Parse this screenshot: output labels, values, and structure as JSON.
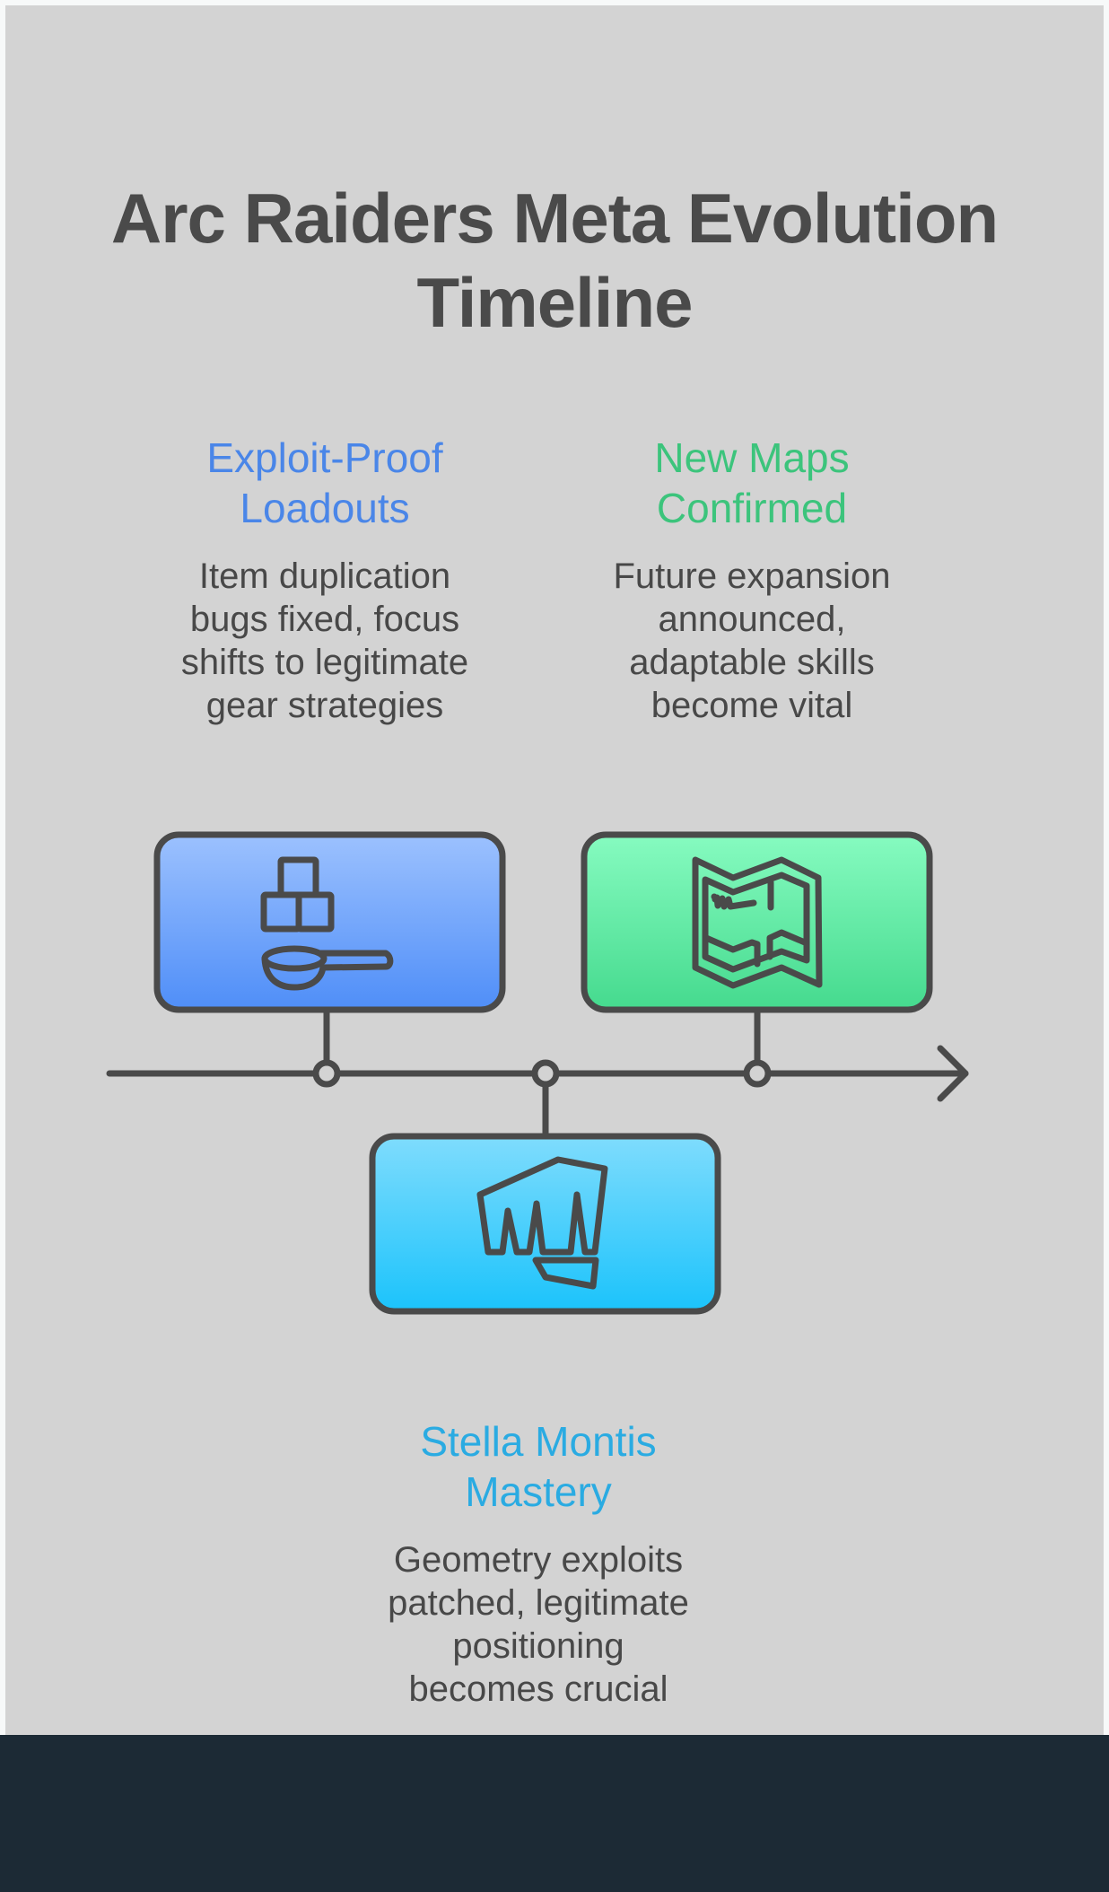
{
  "title": {
    "line1": "Arc Raiders Meta Evolution",
    "line2": "Timeline"
  },
  "colors": {
    "background": "#d3d3d3",
    "footer": "#1c2a35",
    "ink": "#4a4a4a",
    "blue": "#4a86e8",
    "green": "#3cc47c",
    "cyan": "#2aabe2"
  },
  "events": [
    {
      "heading": [
        "Exploit-Proof",
        "Loadouts"
      ],
      "body": [
        "Item duplication",
        "bugs fixed, focus",
        "shifts to legitimate",
        "gear strategies"
      ],
      "icon": "sugar-cubes-scoop-icon",
      "position": "above"
    },
    {
      "heading": [
        "New Maps",
        "Confirmed"
      ],
      "body": [
        "Future expansion",
        "announced,",
        "adaptable skills",
        "become vital"
      ],
      "icon": "folded-map-icon",
      "position": "above"
    },
    {
      "heading": [
        "Stella Montis",
        "Mastery"
      ],
      "body": [
        "Geometry exploits",
        "patched, legitimate",
        "positioning",
        "becomes crucial"
      ],
      "icon": "fist-icon",
      "position": "below"
    }
  ]
}
